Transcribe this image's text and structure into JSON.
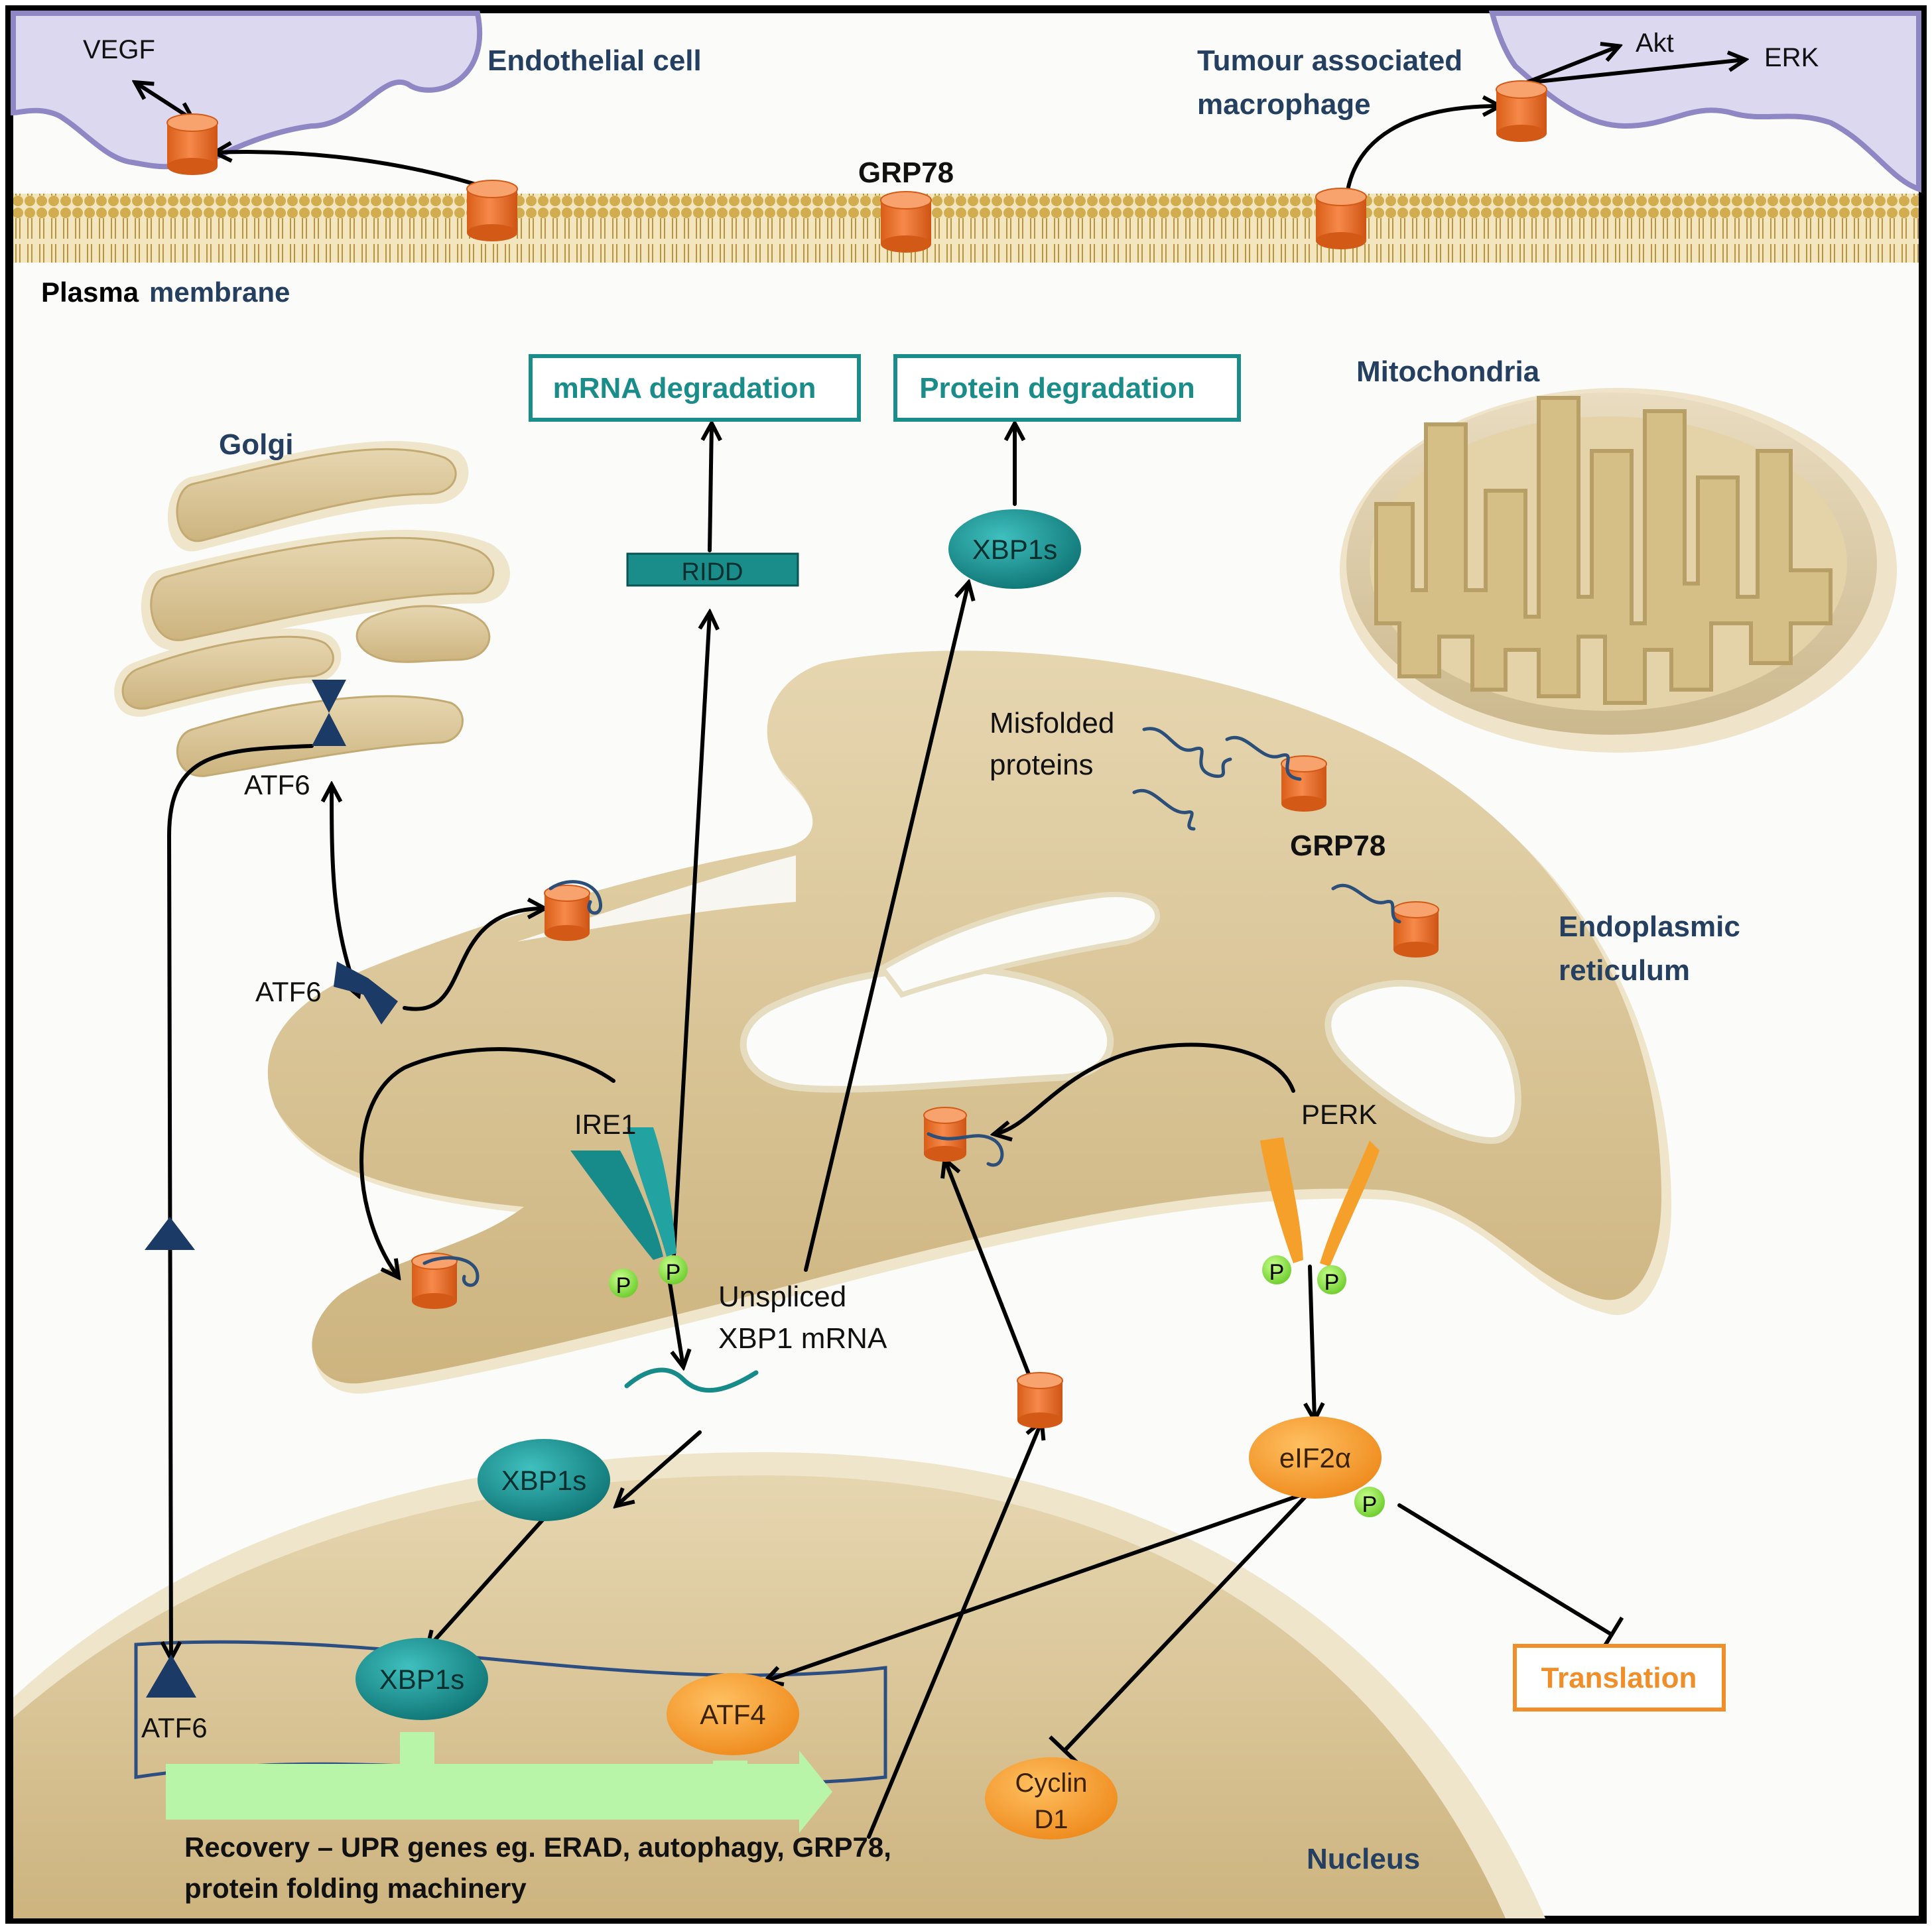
{
  "colors": {
    "frame": "#000000",
    "cell_bg": "#fbfbfa",
    "membrane": "#caa84a",
    "organelle_fill": "#dcc89c",
    "organelle_dark": "#b99e63",
    "neighbor_cell": "#ddd9ef",
    "neighbor_edge": "#8e86c2",
    "grp78": "#f07a30",
    "teal": "#178a8a",
    "orange_node": "#f59a2a",
    "phospho": "#8ee64a",
    "navy": "#1d3557",
    "label_blue": "#243f60",
    "box_teal": "#1a8c8a",
    "box_orange": "#f08f2a",
    "recovery_arrow": "#b8f5a8"
  },
  "labels": {
    "vegf": "VEGF",
    "endothelial": "Endothelial  cell",
    "tumour_line1": "Tumour  associated",
    "tumour_line2": "macrophage",
    "akt": "Akt",
    "erk": "ERK",
    "grp78_top": "GRP78",
    "plasma": "Plasma",
    "membrane": "membrane",
    "golgi": "Golgi",
    "mitochondria": "Mitochondria",
    "mrna_degradation": "mRNA degradation",
    "protein_degradation": "Protein degradation",
    "ridd": "RIDD",
    "xbp1s_top": "XBP1s",
    "misfolded_line1": "Misfolded",
    "misfolded_line2": "proteins",
    "grp78_er": "GRP78",
    "er_line1": "Endoplasmic",
    "er_line2": "reticulum",
    "atf6_golgi": "ATF6",
    "atf6_er": "ATF6",
    "ire1": "IRE1",
    "perk": "PERK",
    "p": "P",
    "unspliced_line1": "Unspliced",
    "unspliced_line2": "XBP1 mRNA",
    "xbp1s_cyto": "XBP1s",
    "xbp1s_nuc": "XBP1s",
    "eif2a": "eIF2α",
    "atf6_nuc": "ATF6",
    "atf4": "ATF4",
    "cyclin_line1": "Cyclin",
    "cyclin_line2": "D1",
    "translation": "Translation",
    "recovery_line1": "Recovery – UPR genes eg. ERAD, autophagy, GRP78,",
    "recovery_line2": "protein folding machinery",
    "nucleus": "Nucleus"
  }
}
